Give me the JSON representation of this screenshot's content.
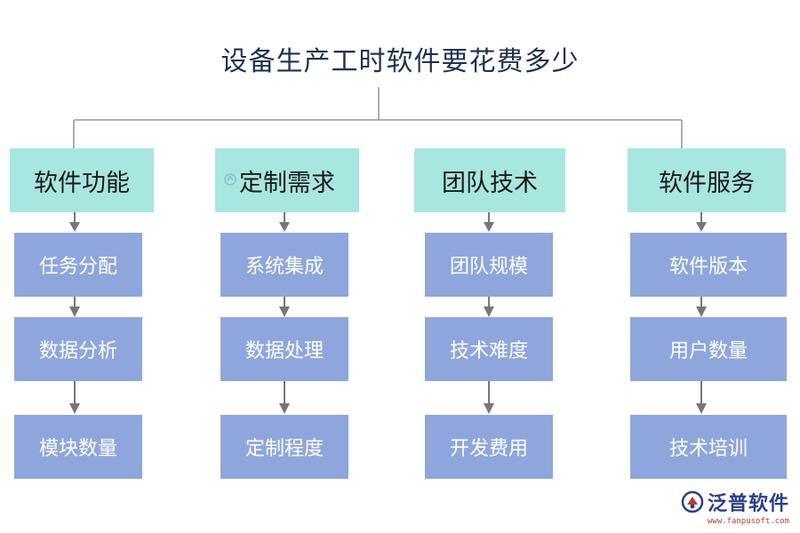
{
  "title": "设备生产工时软件要花费多少",
  "categories": [
    {
      "label": "软件功能",
      "items": [
        "任务分配",
        "数据分析",
        "模块数量"
      ]
    },
    {
      "label": "定制需求",
      "items": [
        "系统集成",
        "数据处理",
        "定制程度"
      ]
    },
    {
      "label": "团队技术",
      "items": [
        "团队规模",
        "技术难度",
        "开发费用"
      ]
    },
    {
      "label": "软件服务",
      "items": [
        "软件版本",
        "用户数量",
        "技术培训"
      ]
    }
  ],
  "watermark": {
    "brand": "泛普软件",
    "url": "www.fanpusoft.com"
  },
  "colors": {
    "category_fill": "#a8e6e0",
    "item_fill": "#8fa6dd",
    "title_text": "#1f3152",
    "connector": "#999999"
  }
}
